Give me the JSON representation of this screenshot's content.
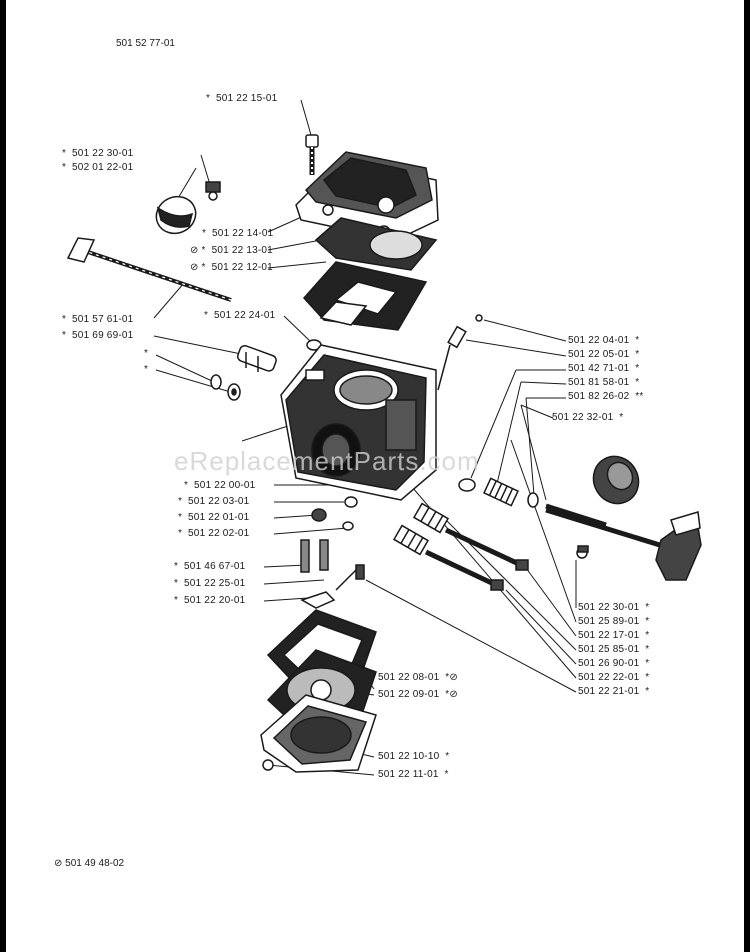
{
  "assembly_code": "501 52 77-01",
  "footnote": "⊘  501 49 48-02",
  "watermark": "eReplacementParts.com",
  "colors": {
    "background": "#000000",
    "sheet": "#ffffff",
    "ink": "#1a1a1a",
    "watermark": "#d0d0d0"
  },
  "left_labels": [
    "*  501 22 15-01",
    "*  501 22 30-01",
    "*  502 01 22-01",
    "*  501 22 14-01",
    "⊘ *  501 22 13-01",
    "⊘ *  501 22 12-01",
    "*  501 22 24-01",
    "*  501 57 61-01",
    "*  501 69 69-01",
    "*",
    "*",
    "*  501 22 00-01",
    "*  501 22 03-01",
    "*  501 22 01-01",
    "*  501 22 02-01",
    "*  501 46 67-01",
    "*  501 22 25-01",
    "*  501 22 20-01",
    "501 22 08-01  *⊘",
    "501 22 09-01  *⊘",
    "501 22 10-10  *",
    "501 22 11-01  *"
  ],
  "right_labels": [
    "501 22 04-01  *",
    "501 22 05-01  *",
    "501 42 71-01  *",
    "501 81 58-01  *",
    "501 82 26-02  **",
    "501 22 32-01  *",
    "501 22 30-01  *",
    "501 25 89-01  *",
    "501 22 17-01  *",
    "501 25 85-01  *",
    "501 26 90-01  *",
    "501 22 22-01  *",
    "501 22 21-01  *"
  ]
}
